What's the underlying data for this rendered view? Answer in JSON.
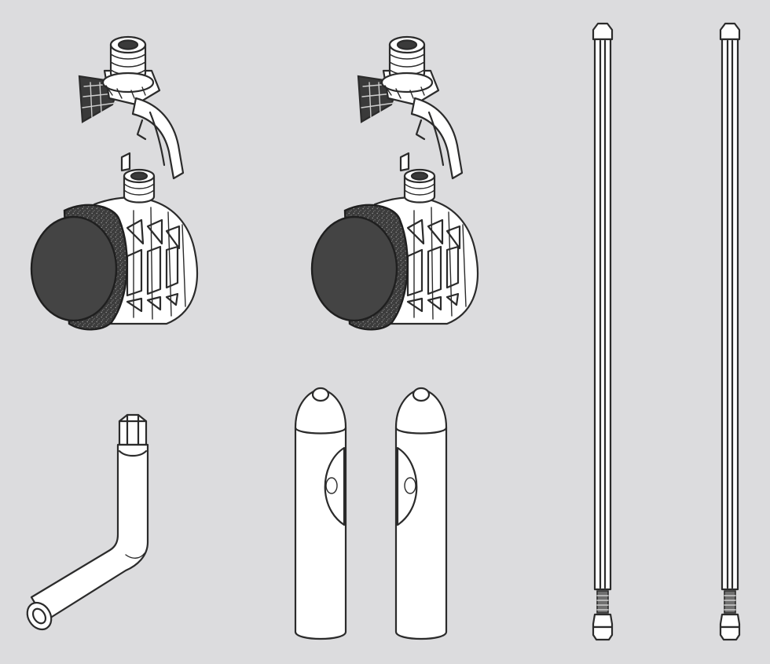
{
  "figure": {
    "background": "#dcdcde",
    "line_color": "#2b2b2b",
    "dark_fill": "#3a3a3a",
    "part_fill": "#ffffff"
  },
  "parts": [
    {
      "id": "clip-bracket-left",
      "icon": "clip-bracket-icon"
    },
    {
      "id": "clip-bracket-right",
      "icon": "clip-bracket-icon"
    },
    {
      "id": "foot-cap-left",
      "icon": "foot-cap-icon"
    },
    {
      "id": "foot-cap-right",
      "icon": "foot-cap-icon"
    },
    {
      "id": "threaded-rod-left",
      "icon": "threaded-rod-icon"
    },
    {
      "id": "threaded-rod-right",
      "icon": "threaded-rod-icon"
    },
    {
      "id": "hex-key",
      "icon": "hex-key-icon"
    },
    {
      "id": "cross-dowel-left",
      "icon": "cross-dowel-icon"
    },
    {
      "id": "cross-dowel-right",
      "icon": "cross-dowel-icon"
    }
  ]
}
